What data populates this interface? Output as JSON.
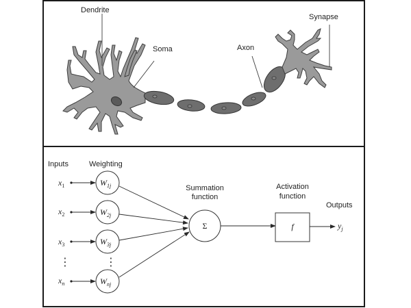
{
  "biological_neuron": {
    "labels": {
      "dendrite": "Dendrite",
      "soma": "Soma",
      "axon": "Axon",
      "synapse": "Synapse"
    },
    "colors": {
      "body_fill": "#9a9a9a",
      "myelin_fill": "#6e6e6e",
      "nucleus_fill": "#5a5a5a",
      "outline": "#3c3c3c"
    }
  },
  "artificial_neuron": {
    "headers": {
      "inputs": "Inputs",
      "weighting": "Weighting",
      "summation_line1": "Summation",
      "summation_line2": "function",
      "activation_line1": "Activation",
      "activation_line2": "function",
      "outputs": "Outputs"
    },
    "inputs": [
      {
        "base": "x",
        "sub": "1"
      },
      {
        "base": "x",
        "sub": "2"
      },
      {
        "base": "x",
        "sub": "3"
      },
      {
        "base": "x",
        "sub": "n"
      }
    ],
    "weights": [
      {
        "base": "W",
        "sub": "1j"
      },
      {
        "base": "W",
        "sub": "2j"
      },
      {
        "base": "W",
        "sub": "3j"
      },
      {
        "base": "W",
        "sub": "nj"
      }
    ],
    "ellipsis": "⋮",
    "summation_symbol": "Σ",
    "activation_symbol": "f",
    "output": {
      "base": "y",
      "sub": "j"
    }
  }
}
